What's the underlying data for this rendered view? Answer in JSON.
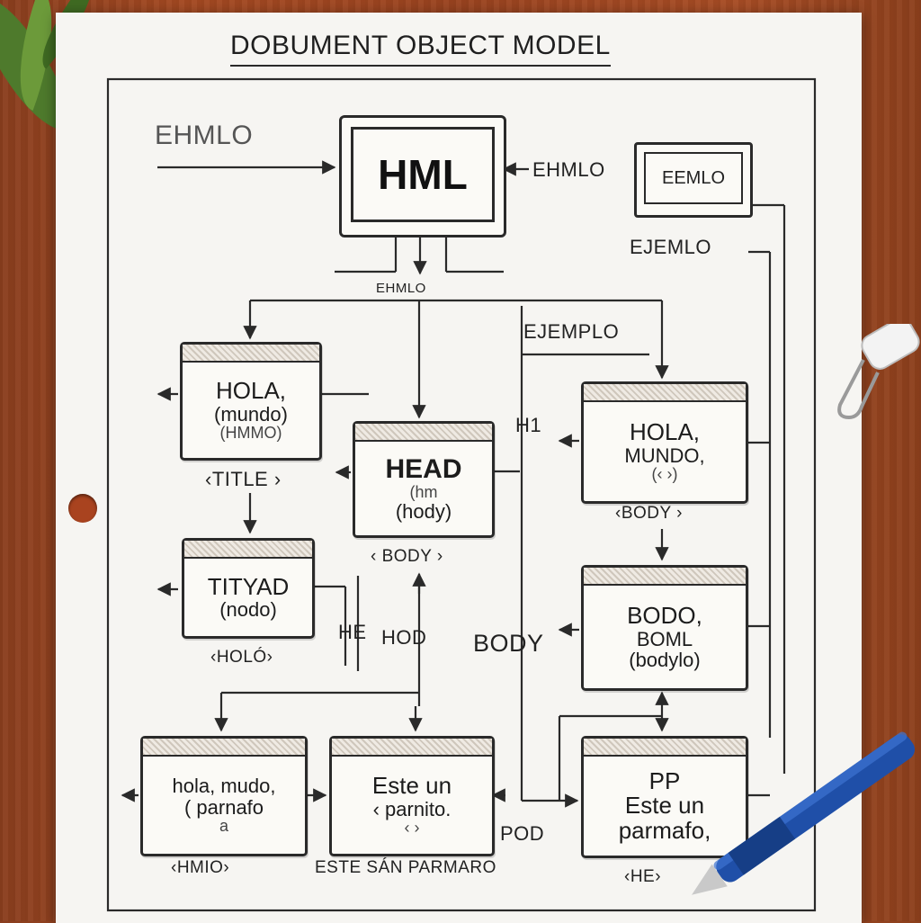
{
  "title": "DOBUMENT OBJECT MODEL",
  "monitor_main": "HML",
  "monitor_side": "EEMLO",
  "labels": {
    "left_top": "EHMLO",
    "right_of_main": "EHMLO",
    "under_side": "EJEMLO",
    "under_main": "EHMLO",
    "ejemplo": "EJEMPLO",
    "h1": "H1",
    "title_tag": "‹TITLE ›",
    "body_small_head": "‹ BODY ›",
    "body_tag_right": "‹BODY ›",
    "holo_tag": "‹HOLÓ›",
    "he": "HE",
    "hod": "HOD",
    "body_mid": "BODY",
    "pod": "POD",
    "hmio": "‹HMIO›",
    "este_bottom": "ESTE SÁN PARMARO",
    "he_tag": "‹HE›"
  },
  "nodes": {
    "hola_left": {
      "line1": "HOLA,",
      "line2": "(mundo)",
      "line3": "(HMMO)"
    },
    "head": {
      "line1": "HEAD",
      "line2": "(hm",
      "line3": "(hody)"
    },
    "hola_right": {
      "line1": "HOLA,",
      "line2": "MUNDO,",
      "line3": "(‹ ›)"
    },
    "tityad": {
      "line1": "TITYAD",
      "line2": "(nodo)"
    },
    "bodo": {
      "line1": "BODO,",
      "line2": "BOML",
      "line3": "(bodylo)"
    },
    "hola_mudo": {
      "line1": "hola, mudo,",
      "line2": "( parnafo",
      "line3": "a"
    },
    "este_un": {
      "line1": "Este un",
      "line2": "‹ parnito.",
      "line3": "‹ ›"
    },
    "pp": {
      "line1": "PP",
      "line2": "Este un",
      "line3": "parmafo,"
    }
  }
}
